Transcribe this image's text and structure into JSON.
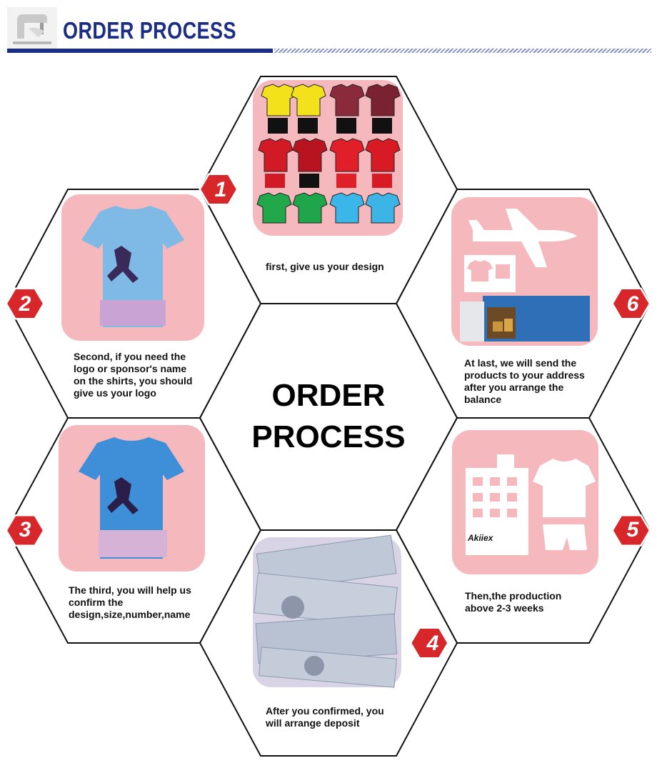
{
  "header": {
    "title": "ORDER PROCESS"
  },
  "center": {
    "line1": "ORDER",
    "line2": "PROCESS"
  },
  "steps": [
    {
      "number": "1",
      "caption": [
        "first, give us your design"
      ]
    },
    {
      "number": "2",
      "caption": [
        "Second, if you need the",
        "logo or sponsor's name",
        "on the shirts, you should",
        "give us your logo"
      ]
    },
    {
      "number": "3",
      "caption": [
        "The third, you will help us",
        "confirm the",
        "design,size,number,name"
      ]
    },
    {
      "number": "4",
      "caption": [
        "After you confirmed, you",
        "will arrange deposit"
      ]
    },
    {
      "number": "5",
      "caption": [
        "Then,the production",
        "above 2-3 weeks"
      ]
    },
    {
      "number": "6",
      "caption": [
        "At last, we will send the",
        "products to your address",
        "after you arrange the",
        "balance"
      ]
    }
  ],
  "brand_label": "Akiiex",
  "colors": {
    "navy": "#1c2d86",
    "badge_red": "#d8272a",
    "panel_pink": "#f5b8bc"
  }
}
